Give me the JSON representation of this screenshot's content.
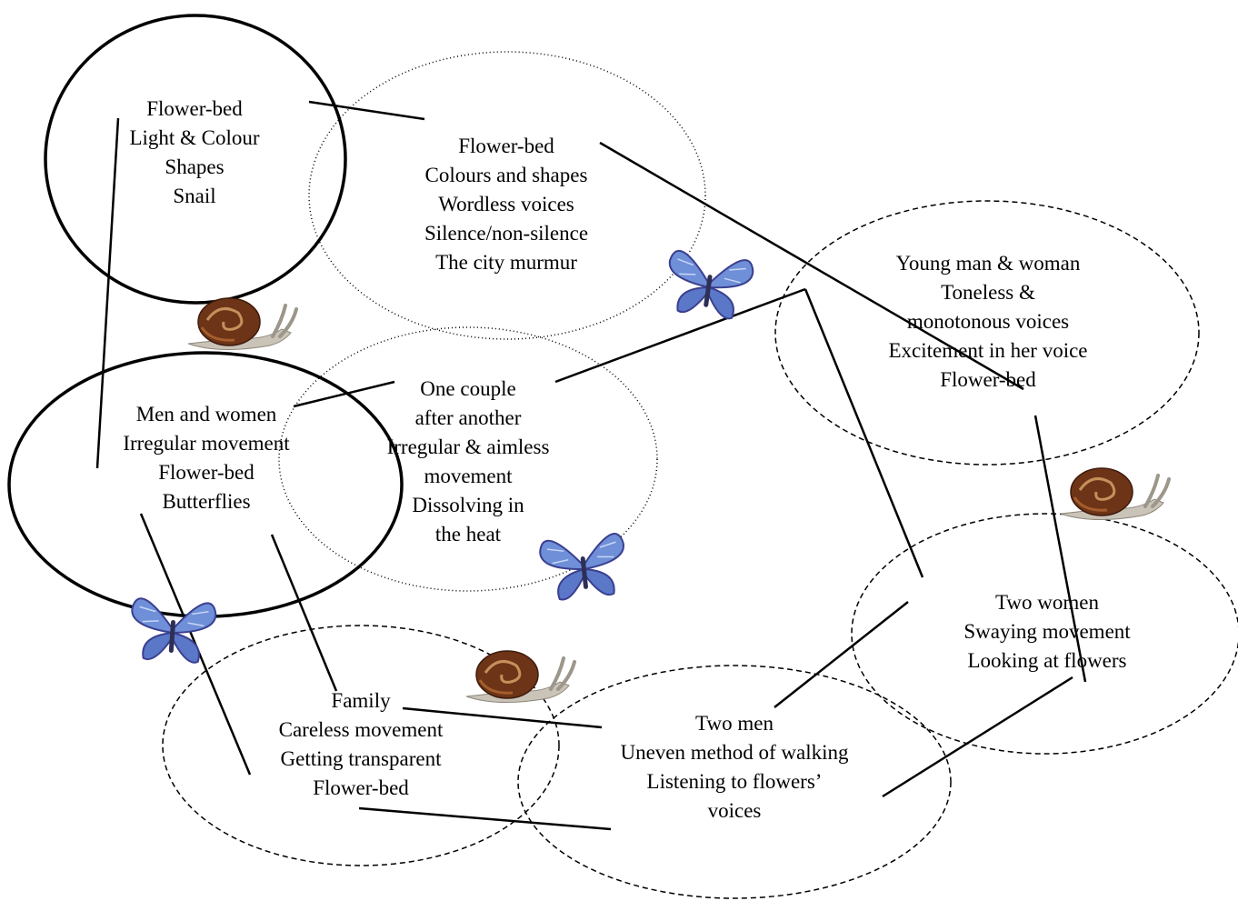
{
  "diagram": {
    "nodes": [
      {
        "id": "n1",
        "lines": [
          "Flower-bed",
          "Light & Colour",
          "Shapes",
          "Snail"
        ]
      },
      {
        "id": "n2",
        "lines": [
          "Flower-bed",
          "Colours and shapes",
          "Wordless voices",
          "Silence/non-silence",
          "The city murmur"
        ]
      },
      {
        "id": "n3",
        "lines": [
          "Young man & woman",
          "Toneless &",
          "monotonous voices",
          "Excitement in her voice",
          "Flower-bed"
        ]
      },
      {
        "id": "n4",
        "lines": [
          "Men and women",
          "Irregular movement",
          "Flower-bed",
          "Butterflies"
        ]
      },
      {
        "id": "n5",
        "lines": [
          "One couple",
          "after another",
          "Irregular & aimless",
          "movement",
          "Dissolving in",
          "the heat"
        ]
      },
      {
        "id": "n6",
        "lines": [
          "Two women",
          "Swaying movement",
          "Looking at flowers"
        ]
      },
      {
        "id": "n7",
        "lines": [
          "Family",
          "Careless movement",
          "Getting transparent",
          "Flower-bed"
        ]
      },
      {
        "id": "n8",
        "lines": [
          "Two men",
          "Uneven method of walking",
          "Listening to flowers’",
          "voices"
        ]
      }
    ],
    "decorations": {
      "snail_icon": "snail-icon",
      "butterfly_icon": "butterfly-icon"
    },
    "colors": {
      "line": "#000000",
      "butterfly_wing": "#6f8fd8",
      "butterfly_edge": "#3a3f8f",
      "snail_shell": "#7a3b1a",
      "snail_body": "#bdb7ad"
    }
  }
}
